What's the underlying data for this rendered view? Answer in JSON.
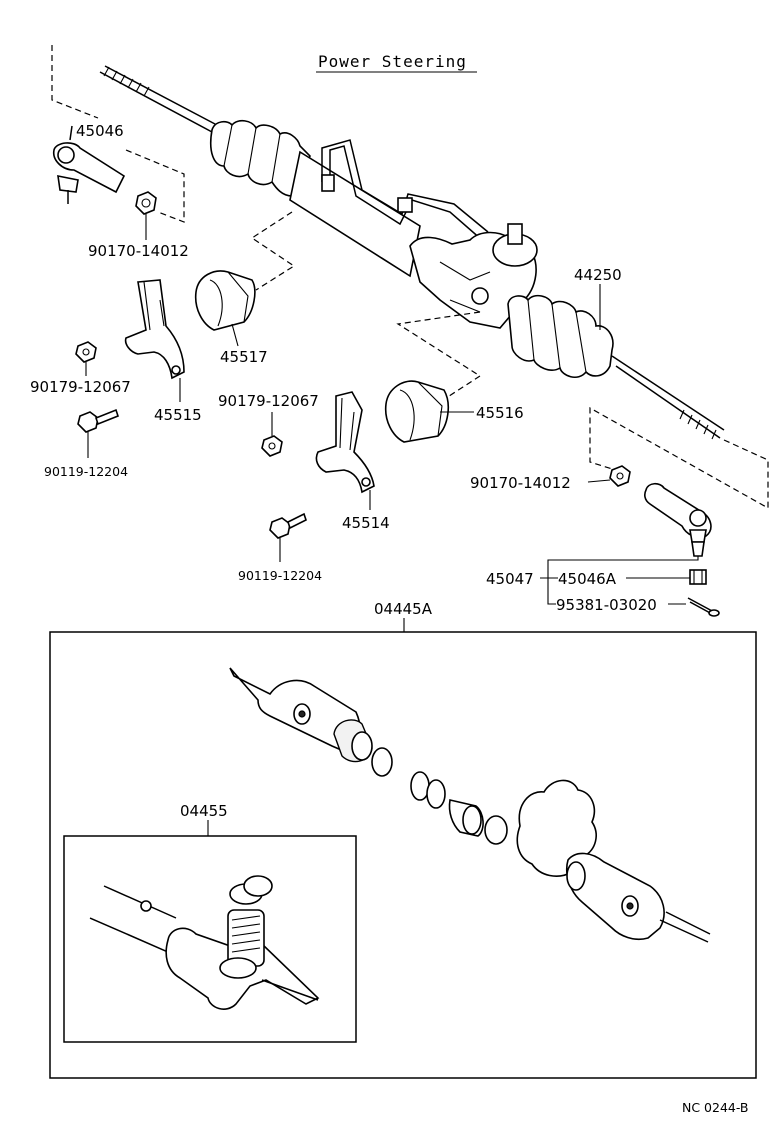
{
  "title": "Power Steering",
  "footer_code": "NC  0244-B",
  "labels": {
    "tie_rod_end_left": "45046",
    "nut_left": "90170-14012",
    "bracket_nut_left": "90179-12067",
    "bracket_left": "45515",
    "bolt_left": "90119-12204",
    "bushing_left": "45517",
    "bracket_nut_mid": "90179-12067",
    "bracket_right": "45514",
    "bolt_mid": "90119-12204",
    "bushing_right": "45516",
    "gear_assembly": "44250",
    "nut_right": "90170-14012",
    "tie_rod_assy": "45047",
    "tie_rod_end_right": "45046A",
    "cotter_pin": "95381-03020",
    "gasket_kit": "04445A",
    "gasket_kit_sub": "04455"
  }
}
